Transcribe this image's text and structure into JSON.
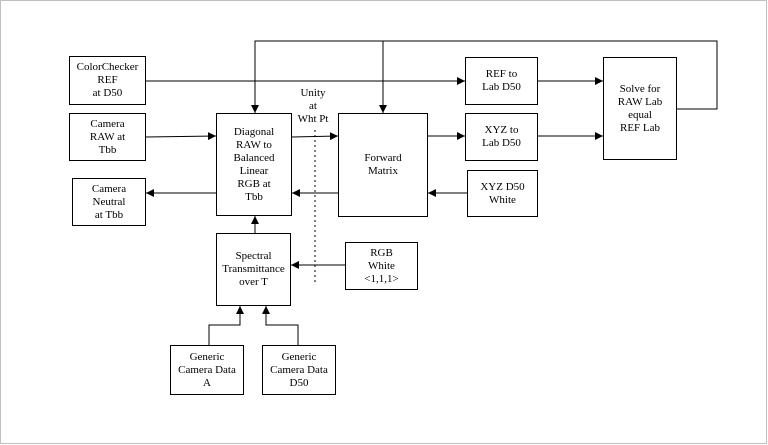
{
  "colors": {
    "line": "#000000",
    "background": "#ffffff",
    "frame": "#c0c0c0"
  },
  "boxes": {
    "colorchecker": [
      "ColorChecker",
      "REF",
      "at D50"
    ],
    "camera_raw": [
      "Camera",
      "RAW at",
      "Tbb"
    ],
    "camera_neutral": [
      "Camera",
      "Neutral",
      "at Tbb"
    ],
    "diagonal": [
      "Diagonal",
      "RAW to",
      "Balanced",
      "Linear",
      "RGB at",
      "Tbb"
    ],
    "spectral": [
      "Spectral",
      "Transmittance",
      "over T"
    ],
    "generic_a": [
      "Generic",
      "Camera Data",
      "A"
    ],
    "generic_d50": [
      "Generic",
      "Camera Data",
      "D50"
    ],
    "forward": [
      "Forward",
      "Matrix"
    ],
    "ref_to_lab": [
      "REF to",
      "Lab D50"
    ],
    "xyz_to_lab": [
      "XYZ to",
      "Lab D50"
    ],
    "xyz_white": [
      "XYZ D50",
      "White"
    ],
    "rgb_white": [
      "RGB",
      "White",
      "<1,1,1>"
    ],
    "solve": [
      "Solve for",
      "RAW Lab",
      "equal",
      "REF Lab"
    ]
  },
  "annotation": [
    "Unity",
    "at",
    "Wht Pt"
  ]
}
